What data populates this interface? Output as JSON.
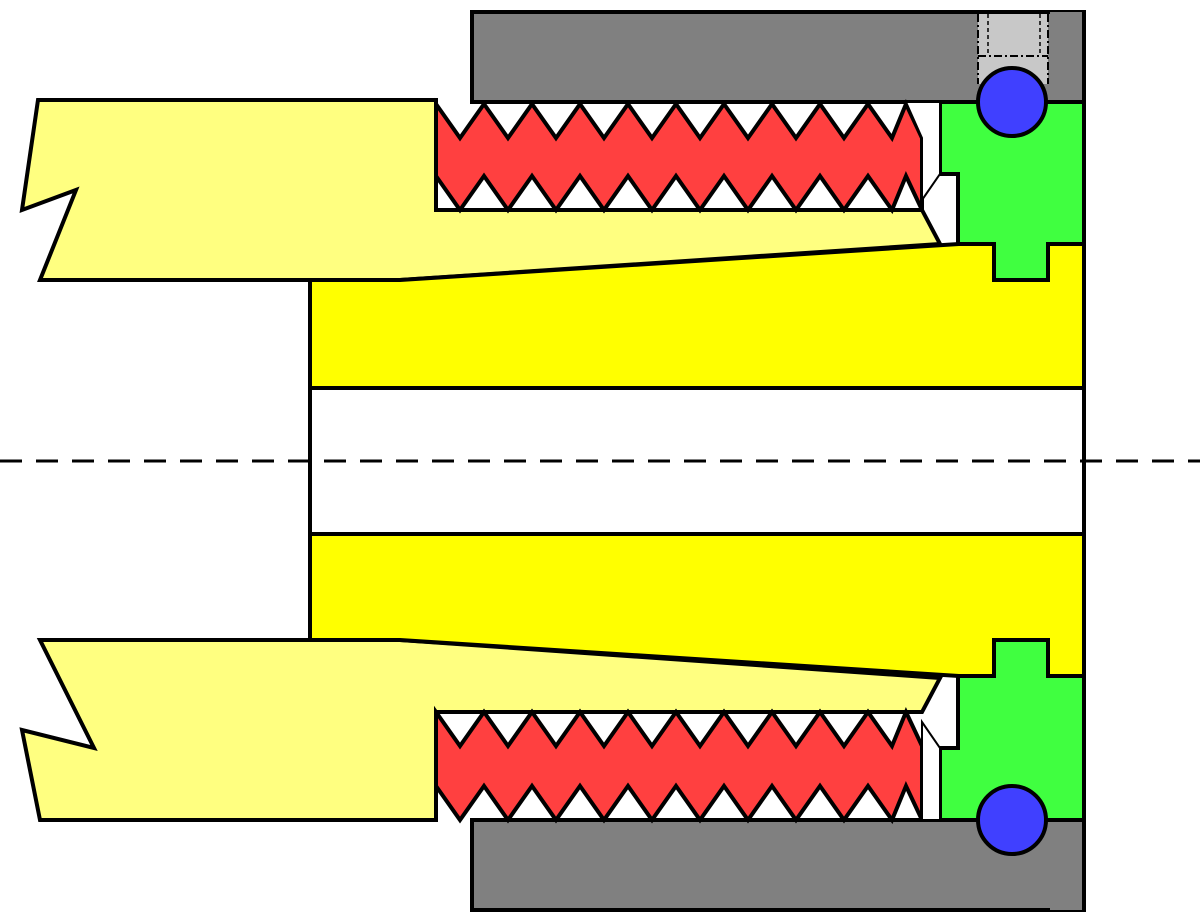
{
  "diagram": {
    "kind": "cross-section",
    "description_visible_text": "",
    "colors": {
      "background": "#ffffff",
      "nut_body": "#808080",
      "nut_groove": "#c8c8c8",
      "pipe": "#ffff80",
      "ferrule": "#ffff00",
      "thread": "#ff4040",
      "seal_ring": "#40ff40",
      "o_ring": "#4040ff",
      "outline": "#000000"
    },
    "parts": [
      {
        "id": "nut-body",
        "color_key": "nut_body"
      },
      {
        "id": "pipe-upper",
        "color_key": "pipe"
      },
      {
        "id": "pipe-lower",
        "color_key": "pipe"
      },
      {
        "id": "ferrule-upper",
        "color_key": "ferrule"
      },
      {
        "id": "ferrule-lower",
        "color_key": "ferrule"
      },
      {
        "id": "thread-upper",
        "color_key": "thread"
      },
      {
        "id": "thread-lower",
        "color_key": "thread"
      },
      {
        "id": "seal-ring-upper",
        "color_key": "seal_ring"
      },
      {
        "id": "seal-ring-lower",
        "color_key": "seal_ring"
      },
      {
        "id": "o-ring-upper",
        "color_key": "o_ring"
      },
      {
        "id": "o-ring-lower",
        "color_key": "o_ring"
      },
      {
        "id": "o-ring-groove-upper",
        "color_key": "nut_groove"
      }
    ],
    "thread_teeth_count": 10,
    "centerline_style": "dashed"
  }
}
